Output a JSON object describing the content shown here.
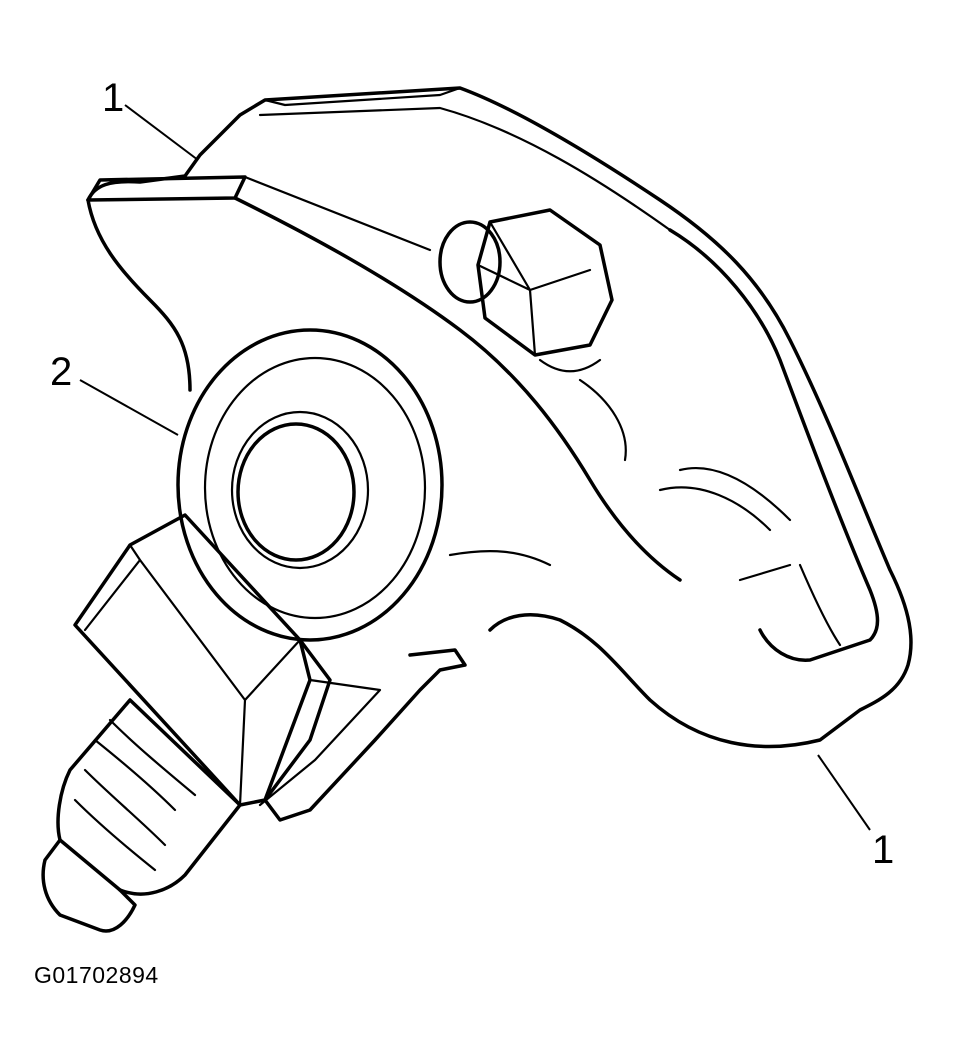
{
  "callouts": {
    "top_left": "1",
    "left": "2",
    "bottom_right": "1"
  },
  "figure_id": "G01702894",
  "colors": {
    "ink": "#000000",
    "background": "#ffffff"
  }
}
